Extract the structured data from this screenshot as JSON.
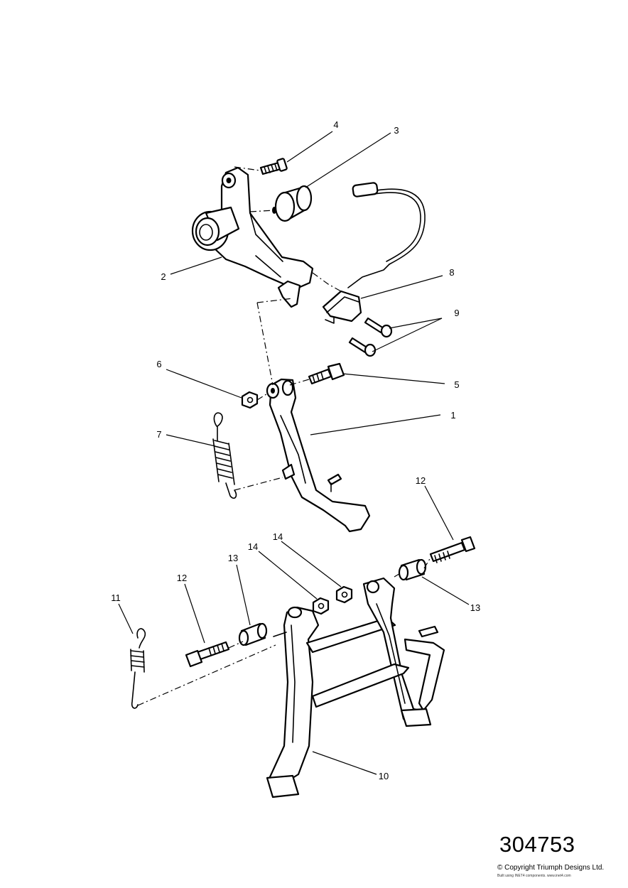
{
  "callouts": {
    "c1": "1",
    "c2": "2",
    "c3": "3",
    "c4": "4",
    "c5": "5",
    "c6": "6",
    "c7": "7",
    "c8": "8",
    "c9": "9",
    "c10": "10",
    "c11": "11",
    "c12a": "12",
    "c12b": "12",
    "c13a": "13",
    "c13b": "13",
    "c14a": "14",
    "c14b": "14"
  },
  "footer": {
    "reference_number": "304753",
    "copyright": "© Copyright Triumph Designs Ltd.",
    "credit": "Built using INET4 components. www.inet4.com"
  }
}
